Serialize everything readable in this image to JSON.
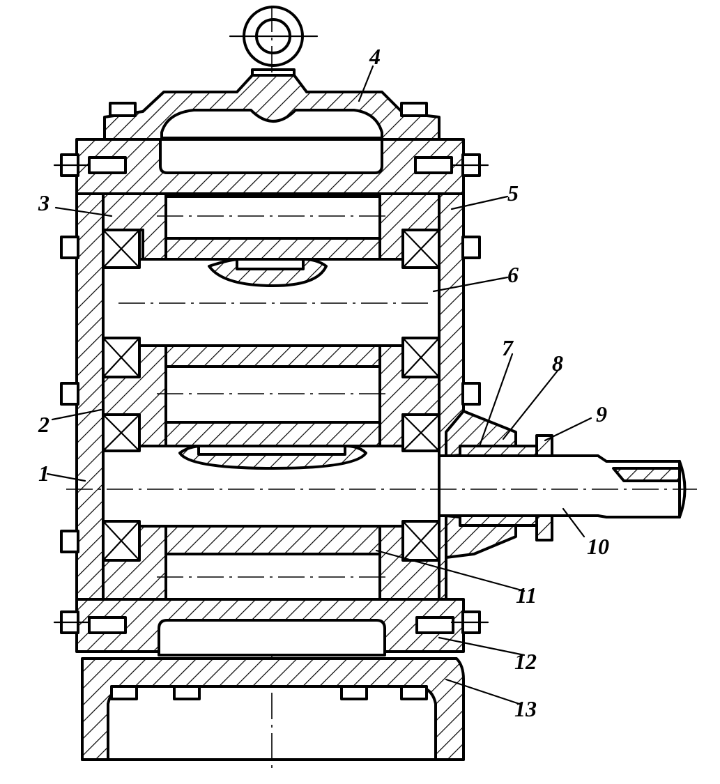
{
  "drawing": {
    "callouts": [
      {
        "id": "1",
        "label": "1"
      },
      {
        "id": "2",
        "label": "2"
      },
      {
        "id": "3",
        "label": "3"
      },
      {
        "id": "4",
        "label": "4"
      },
      {
        "id": "5",
        "label": "5"
      },
      {
        "id": "6",
        "label": "6"
      },
      {
        "id": "7",
        "label": "7"
      },
      {
        "id": "8",
        "label": "8"
      },
      {
        "id": "9",
        "label": "9"
      },
      {
        "id": "10",
        "label": "10"
      },
      {
        "id": "11",
        "label": "11"
      },
      {
        "id": "12",
        "label": "12"
      },
      {
        "id": "13",
        "label": "13"
      }
    ],
    "colors": {
      "ink": "#000000",
      "paper": "#ffffff"
    }
  }
}
